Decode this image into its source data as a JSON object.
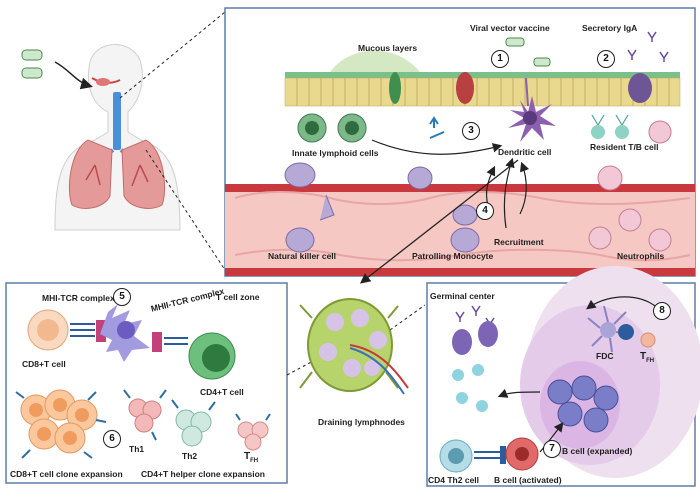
{
  "top_panel": {
    "viral_vector_vaccine": "Viral vector vaccine",
    "secretory_iga": "Secretory IgA",
    "mucous_layers": "Mucous layers",
    "innate_lymphoid_cells": "Innate lymphoid cells",
    "dendritic_cell": "Dendritic cell",
    "resident_tb_cell": "Resident T/B cell",
    "natural_killer_cell": "Natural killer cell",
    "patrolling_monocyte": "Patrolling Monocyte",
    "recruitment": "Recruitment",
    "neutrophils": "Neutrophils",
    "steps": [
      "1",
      "2",
      "3",
      "4"
    ]
  },
  "center": {
    "draining_lymphnodes": "Draining lymphnodes"
  },
  "bottom_left_panel": {
    "mhi_tcr_complex": "MHI-TCR complex",
    "mhii_tcr_complex": "MHII-TCR complex",
    "t_cell_zone": "T cell zone",
    "cd8_t_cell": "CD8+T cell",
    "cd4_t_cell": "CD4+T cell",
    "th1": "Th1",
    "th2": "Th2",
    "tfh_main": "T",
    "tfh_sub": "FH",
    "cd8_clone_expansion": "CD8+T cell clone expansion",
    "cd4_helper_expansion": "CD4+T helper clone expansion",
    "steps": [
      "5",
      "6"
    ]
  },
  "bottom_right_panel": {
    "germinal_center": "Germinal center",
    "fdc": "FDC",
    "tfh_main": "T",
    "tfh_sub": "FH",
    "b_cell_expanded": "B cell (expanded)",
    "cd4_th2_cell": "CD4 Th2 cell",
    "b_cell_activated": "B cell (activated)",
    "steps": [
      "7",
      "8"
    ]
  },
  "colors": {
    "panel_border": "#5b7fa8",
    "vessel": "#e8a5a5",
    "vessel_wall": "#c8383c",
    "epithelium": "#e6d68a",
    "germinal_center": "#e9d8ec"
  }
}
